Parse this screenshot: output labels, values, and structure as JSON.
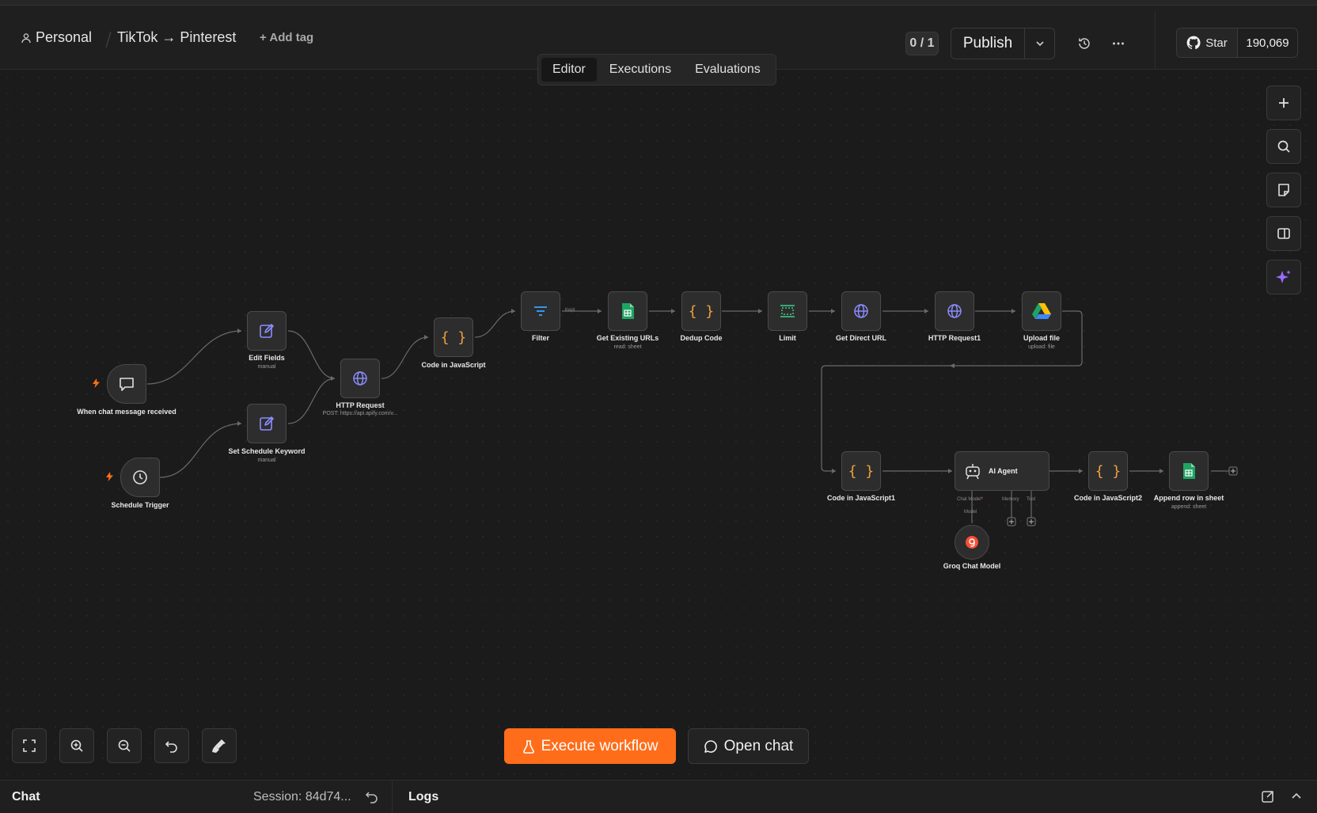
{
  "header": {
    "project": "Personal",
    "workflow_name": "TikTok → Pinterest",
    "add_tag": "+ Add tag",
    "counter": "0 / 1",
    "publish_label": "Publish",
    "star_label": "Star",
    "star_count": "190,069"
  },
  "tabs": [
    {
      "label": "Editor",
      "active": true
    },
    {
      "label": "Executions",
      "active": false
    },
    {
      "label": "Evaluations",
      "active": false
    }
  ],
  "nodes": {
    "chat_trigger": {
      "label": "When chat message received"
    },
    "schedule_trigger": {
      "label": "Schedule Trigger"
    },
    "edit_fields": {
      "label": "Edit Fields",
      "sub": "manual"
    },
    "set_schedule_keyword": {
      "label": "Set Schedule Keyword",
      "sub": "manual"
    },
    "http_request": {
      "label": "HTTP Request",
      "sub": "POST: https://api.apify.com/v..."
    },
    "code_js": {
      "label": "Code in JavaScript"
    },
    "filter": {
      "label": "Filter",
      "kept_label": "Kept"
    },
    "get_existing_urls": {
      "label": "Get Existing URLs",
      "sub": "read: sheet"
    },
    "dedup_code": {
      "label": "Dedup Code"
    },
    "limit": {
      "label": "Limit"
    },
    "get_direct_url": {
      "label": "Get Direct URL"
    },
    "http_request1": {
      "label": "HTTP Request1"
    },
    "upload_file": {
      "label": "Upload file",
      "sub": "upload: file"
    },
    "code_js1": {
      "label": "Code in JavaScript1"
    },
    "ai_agent": {
      "label": "AI Agent",
      "chat_model": "Chat Model",
      "required_mark": "*",
      "memory": "Memory",
      "tool": "Tool"
    },
    "groq_model": {
      "label": "Groq Chat Model",
      "model_label": "Model"
    },
    "code_js2": {
      "label": "Code in JavaScript2"
    },
    "append_row": {
      "label": "Append row in sheet",
      "sub": "append: sheet"
    }
  },
  "footer": {
    "execute_label": "Execute workflow",
    "open_chat_label": "Open chat",
    "chat_label": "Chat",
    "session_label": "Session: 84d74...",
    "logs_label": "Logs"
  },
  "colors": {
    "accent": "#ff6d1a",
    "code_icon": "#f0a040",
    "edit_icon": "#8b8cff",
    "sheets_green": "#1fa463",
    "assistant_purple": "#9b6bff"
  }
}
